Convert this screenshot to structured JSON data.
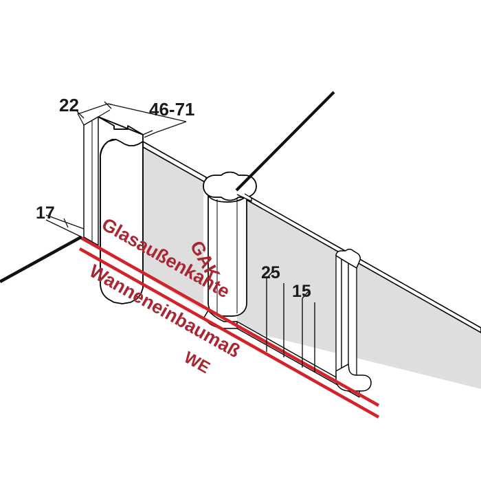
{
  "drawing": {
    "title": "Shower screen installation dimension drawing",
    "type": "isometric-technical-drawing",
    "colors": {
      "outline": "#000000",
      "glass_fill": "#dedede",
      "glass_fill_light": "#e6e6e3",
      "profile_fill": "#ffffff",
      "red_line": "#d2232a",
      "red_text": "#a82732",
      "dimension_text": "#1a1a1a",
      "background": "#ffffff"
    }
  },
  "dimensions": {
    "top_left": {
      "label": "22",
      "name": "profile-depth-dimension",
      "unit": "mm"
    },
    "top_right": {
      "label": "46-71",
      "name": "wall-profile-adjustment-range",
      "unit": "mm"
    },
    "left": {
      "label": "17",
      "name": "tub-edge-offset-dimension",
      "unit": "mm"
    },
    "mid_a": {
      "label": "25",
      "name": "rail-offset-dimension",
      "unit": "mm"
    },
    "mid_b": {
      "label": "15",
      "name": "glass-offset-dimension",
      "unit": "mm"
    }
  },
  "annotations": {
    "glass_outer_edge": {
      "label": "Glasaußenkante",
      "name": "glass-outer-edge-label",
      "color": "#a82732"
    },
    "gak": {
      "label": "GAK",
      "name": "gak-abbreviation-label",
      "color": "#a82732"
    },
    "tub_install_measure": {
      "label": "Wanneneinbaumaß",
      "name": "tub-installation-measure-label",
      "color": "#a82732"
    },
    "we": {
      "label": "WE",
      "name": "we-abbreviation-label",
      "color": "#a82732"
    }
  }
}
